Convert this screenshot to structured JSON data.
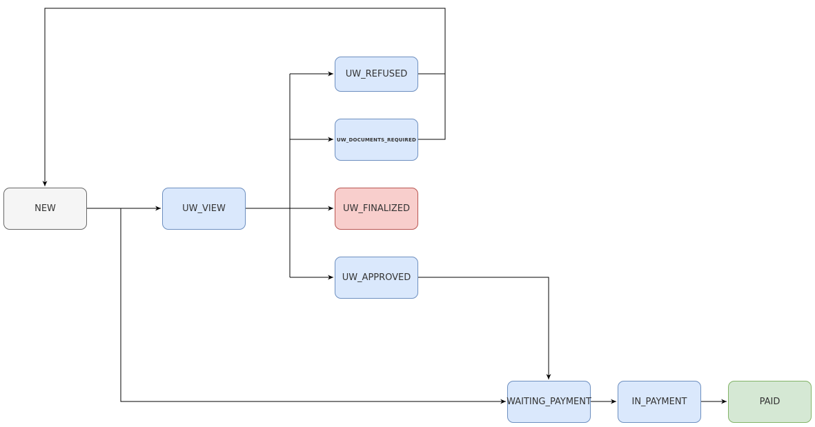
{
  "nodes": {
    "new": "NEW",
    "uw_view": "UW_VIEW",
    "uw_refused": "UW_REFUSED",
    "uw_documents_required": "UW_DOCUMENTS_REQUIRED",
    "uw_finalized": "UW_FINALIZED",
    "uw_approved": "UW_APPROVED",
    "waiting_payment": "WAITING_PAYMENT",
    "in_payment": "IN_PAYMENT",
    "paid": "PAID"
  },
  "colors": {
    "default_fill": "#dae8fc",
    "default_stroke": "#6c8ebf",
    "start_fill": "#f5f5f5",
    "start_stroke": "#666666",
    "final_refused_fill": "#f8cecc",
    "final_refused_stroke": "#b85450",
    "paid_fill": "#d5e8d4",
    "paid_stroke": "#82b366",
    "edge": "#000000"
  }
}
